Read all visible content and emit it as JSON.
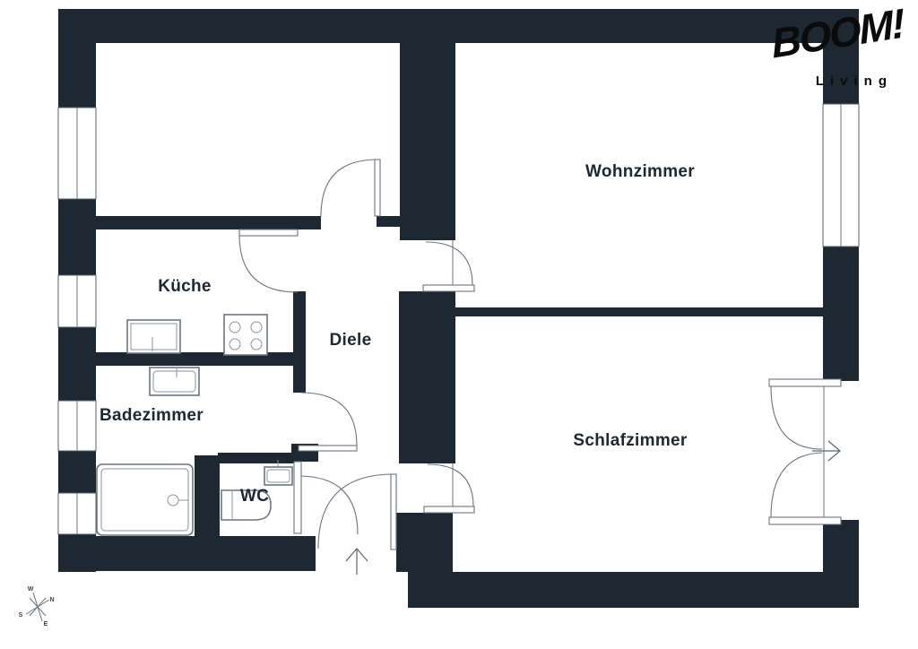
{
  "branding": {
    "logo_main": "BOOM!",
    "logo_sub": "Living"
  },
  "rooms": [
    {
      "id": "wohnzimmer",
      "label": "Wohnzimmer"
    },
    {
      "id": "schlafzimmer",
      "label": "Schlafzimmer"
    },
    {
      "id": "kueche",
      "label": "Küche"
    },
    {
      "id": "diele",
      "label": "Diele"
    },
    {
      "id": "badezimmer",
      "label": "Badezimmer"
    },
    {
      "id": "wc",
      "label": "WC"
    }
  ],
  "compass": {
    "n": "N",
    "s": "S",
    "e": "E",
    "w": "W"
  },
  "icons": [
    "bathtub-icon",
    "kitchen-sink-icon",
    "stove-icon",
    "wash-basin-icon",
    "toilet-icon",
    "wc-sink-icon",
    "window-icon",
    "door-swing-icon",
    "entrance-arrow-up-icon",
    "balcony-arrow-right-icon",
    "compass-rose-icon"
  ],
  "colors": {
    "wall": "#1e2833",
    "line": "#6b7480",
    "bg": "#ffffff",
    "label": "#1e2833",
    "logo": "#0b0b0b"
  }
}
